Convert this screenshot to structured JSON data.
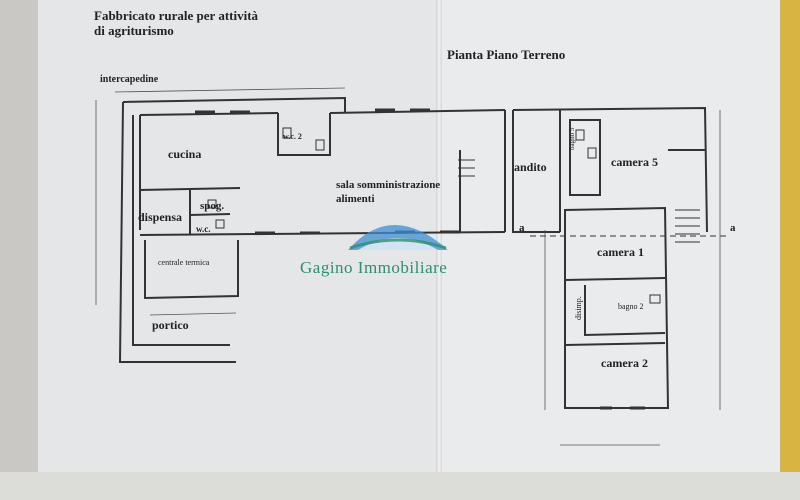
{
  "header": {
    "title_line1": "Fabbricato rurale per attività",
    "title_line2": "di agriturismo",
    "subtitle": "Pianta Piano Terreno"
  },
  "labels": {
    "intercapedine": "intercapedine",
    "cucina": "cucina",
    "wc2": "w.c. 2",
    "sala_line1": "sala somministrazione",
    "sala_line2": "alimenti",
    "spog": "spog.",
    "dispensa": "dispensa",
    "wc": "w.c.",
    "centrale_termica": "centrale termica",
    "portico": "portico",
    "andito": "andito",
    "camera5": "camera 5",
    "bagno5": "bagno 5",
    "camera1": "camera 1",
    "bagno2": "bagno 2",
    "disimp": "disimp.",
    "camera2": "camera 2",
    "section_a_left": "a",
    "section_a_right": "a"
  },
  "watermark": {
    "text": "Gagino Immobiliare",
    "color_green": "#2f8f6e",
    "color_blue": "#3f8fd0"
  }
}
